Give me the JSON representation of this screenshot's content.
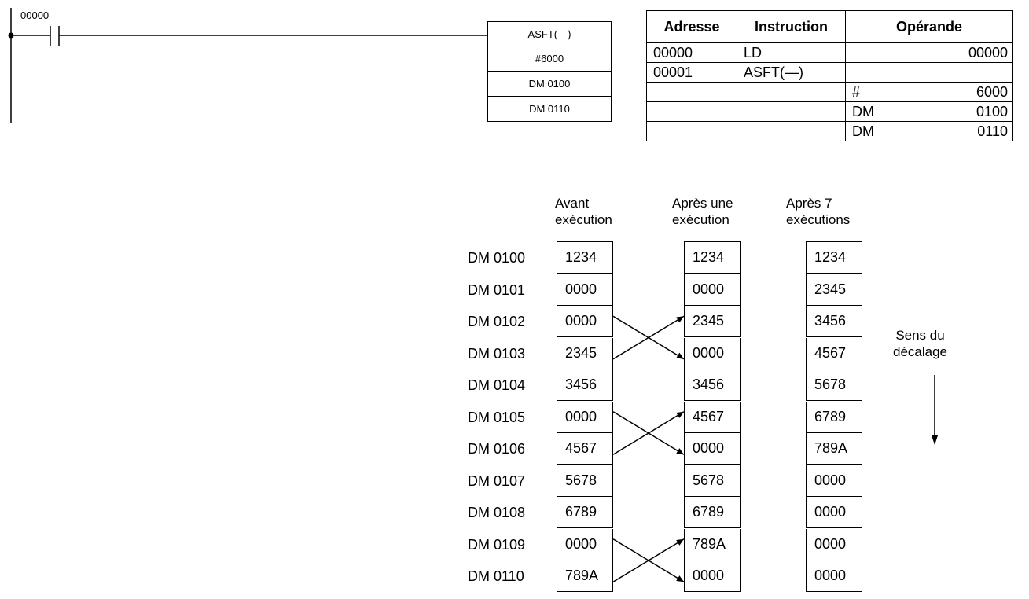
{
  "ladder": {
    "contact_address": "00000"
  },
  "instruction_box": {
    "rows": [
      "ASFT(—)",
      "#6000",
      "DM 0100",
      "DM 0110"
    ]
  },
  "mnemonic_table": {
    "headers": [
      "Adresse",
      "Instruction",
      "Opérande"
    ],
    "rows": [
      {
        "address": "00000",
        "instruction": "LD",
        "op_area": "",
        "op_value": "00000"
      },
      {
        "address": "00001",
        "instruction": "ASFT(—)",
        "op_area": "",
        "op_value": ""
      },
      {
        "address": "",
        "instruction": "",
        "op_area": "#",
        "op_value": "6000"
      },
      {
        "address": "",
        "instruction": "",
        "op_area": "DM",
        "op_value": "0100"
      },
      {
        "address": "",
        "instruction": "",
        "op_area": "DM",
        "op_value": "0110"
      }
    ]
  },
  "memory_diagram": {
    "column_headers": [
      [
        "Avant",
        "exécution"
      ],
      [
        "Après une",
        "exécution"
      ],
      [
        "Après 7",
        "exécutions"
      ]
    ],
    "row_labels": [
      "DM 0100",
      "DM 0101",
      "DM 0102",
      "DM 0103",
      "DM 0104",
      "DM 0105",
      "DM 0106",
      "DM 0107",
      "DM 0108",
      "DM 0109",
      "DM 0110"
    ],
    "before": [
      "1234",
      "0000",
      "0000",
      "2345",
      "3456",
      "0000",
      "4567",
      "5678",
      "6789",
      "0000",
      "789A"
    ],
    "after_one": [
      "1234",
      "0000",
      "2345",
      "0000",
      "3456",
      "4567",
      "0000",
      "5678",
      "6789",
      "789A",
      "0000"
    ],
    "after_seven": [
      "1234",
      "2345",
      "3456",
      "4567",
      "5678",
      "6789",
      "789A",
      "0000",
      "0000",
      "0000",
      "0000"
    ],
    "shift_direction_label": [
      "Sens du",
      "décalage"
    ]
  }
}
